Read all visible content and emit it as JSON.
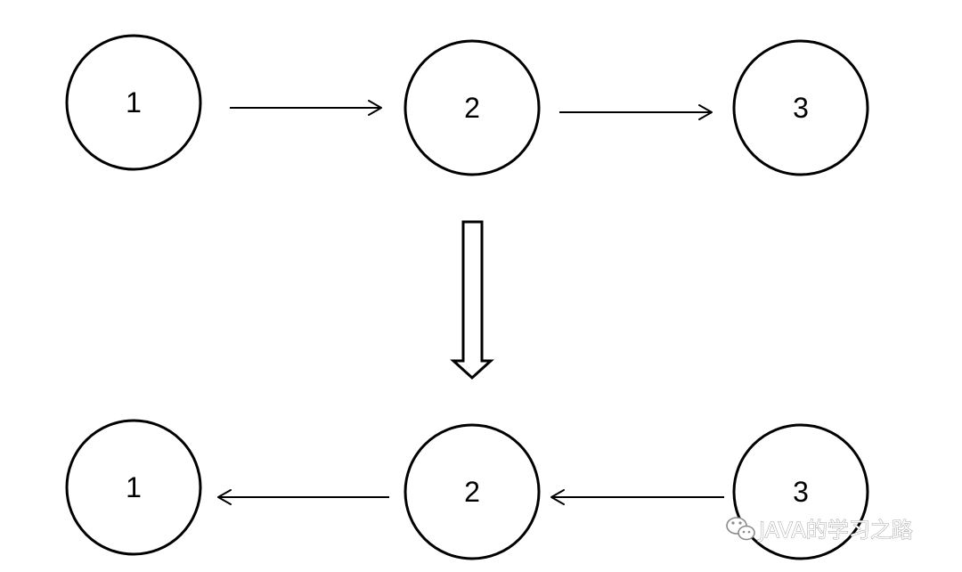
{
  "top_row": {
    "nodes": [
      {
        "label": "1"
      },
      {
        "label": "2"
      },
      {
        "label": "3"
      }
    ],
    "edges": [
      {
        "from": "1",
        "to": "2"
      },
      {
        "from": "2",
        "to": "3"
      }
    ]
  },
  "transform_arrow": {
    "direction": "down"
  },
  "bottom_row": {
    "nodes": [
      {
        "label": "1"
      },
      {
        "label": "2"
      },
      {
        "label": "3"
      }
    ],
    "edges": [
      {
        "from": "2",
        "to": "1"
      },
      {
        "from": "3",
        "to": "2"
      }
    ]
  },
  "watermark": {
    "text": "JAVA的学习之路",
    "icon": "wechat-icon"
  }
}
